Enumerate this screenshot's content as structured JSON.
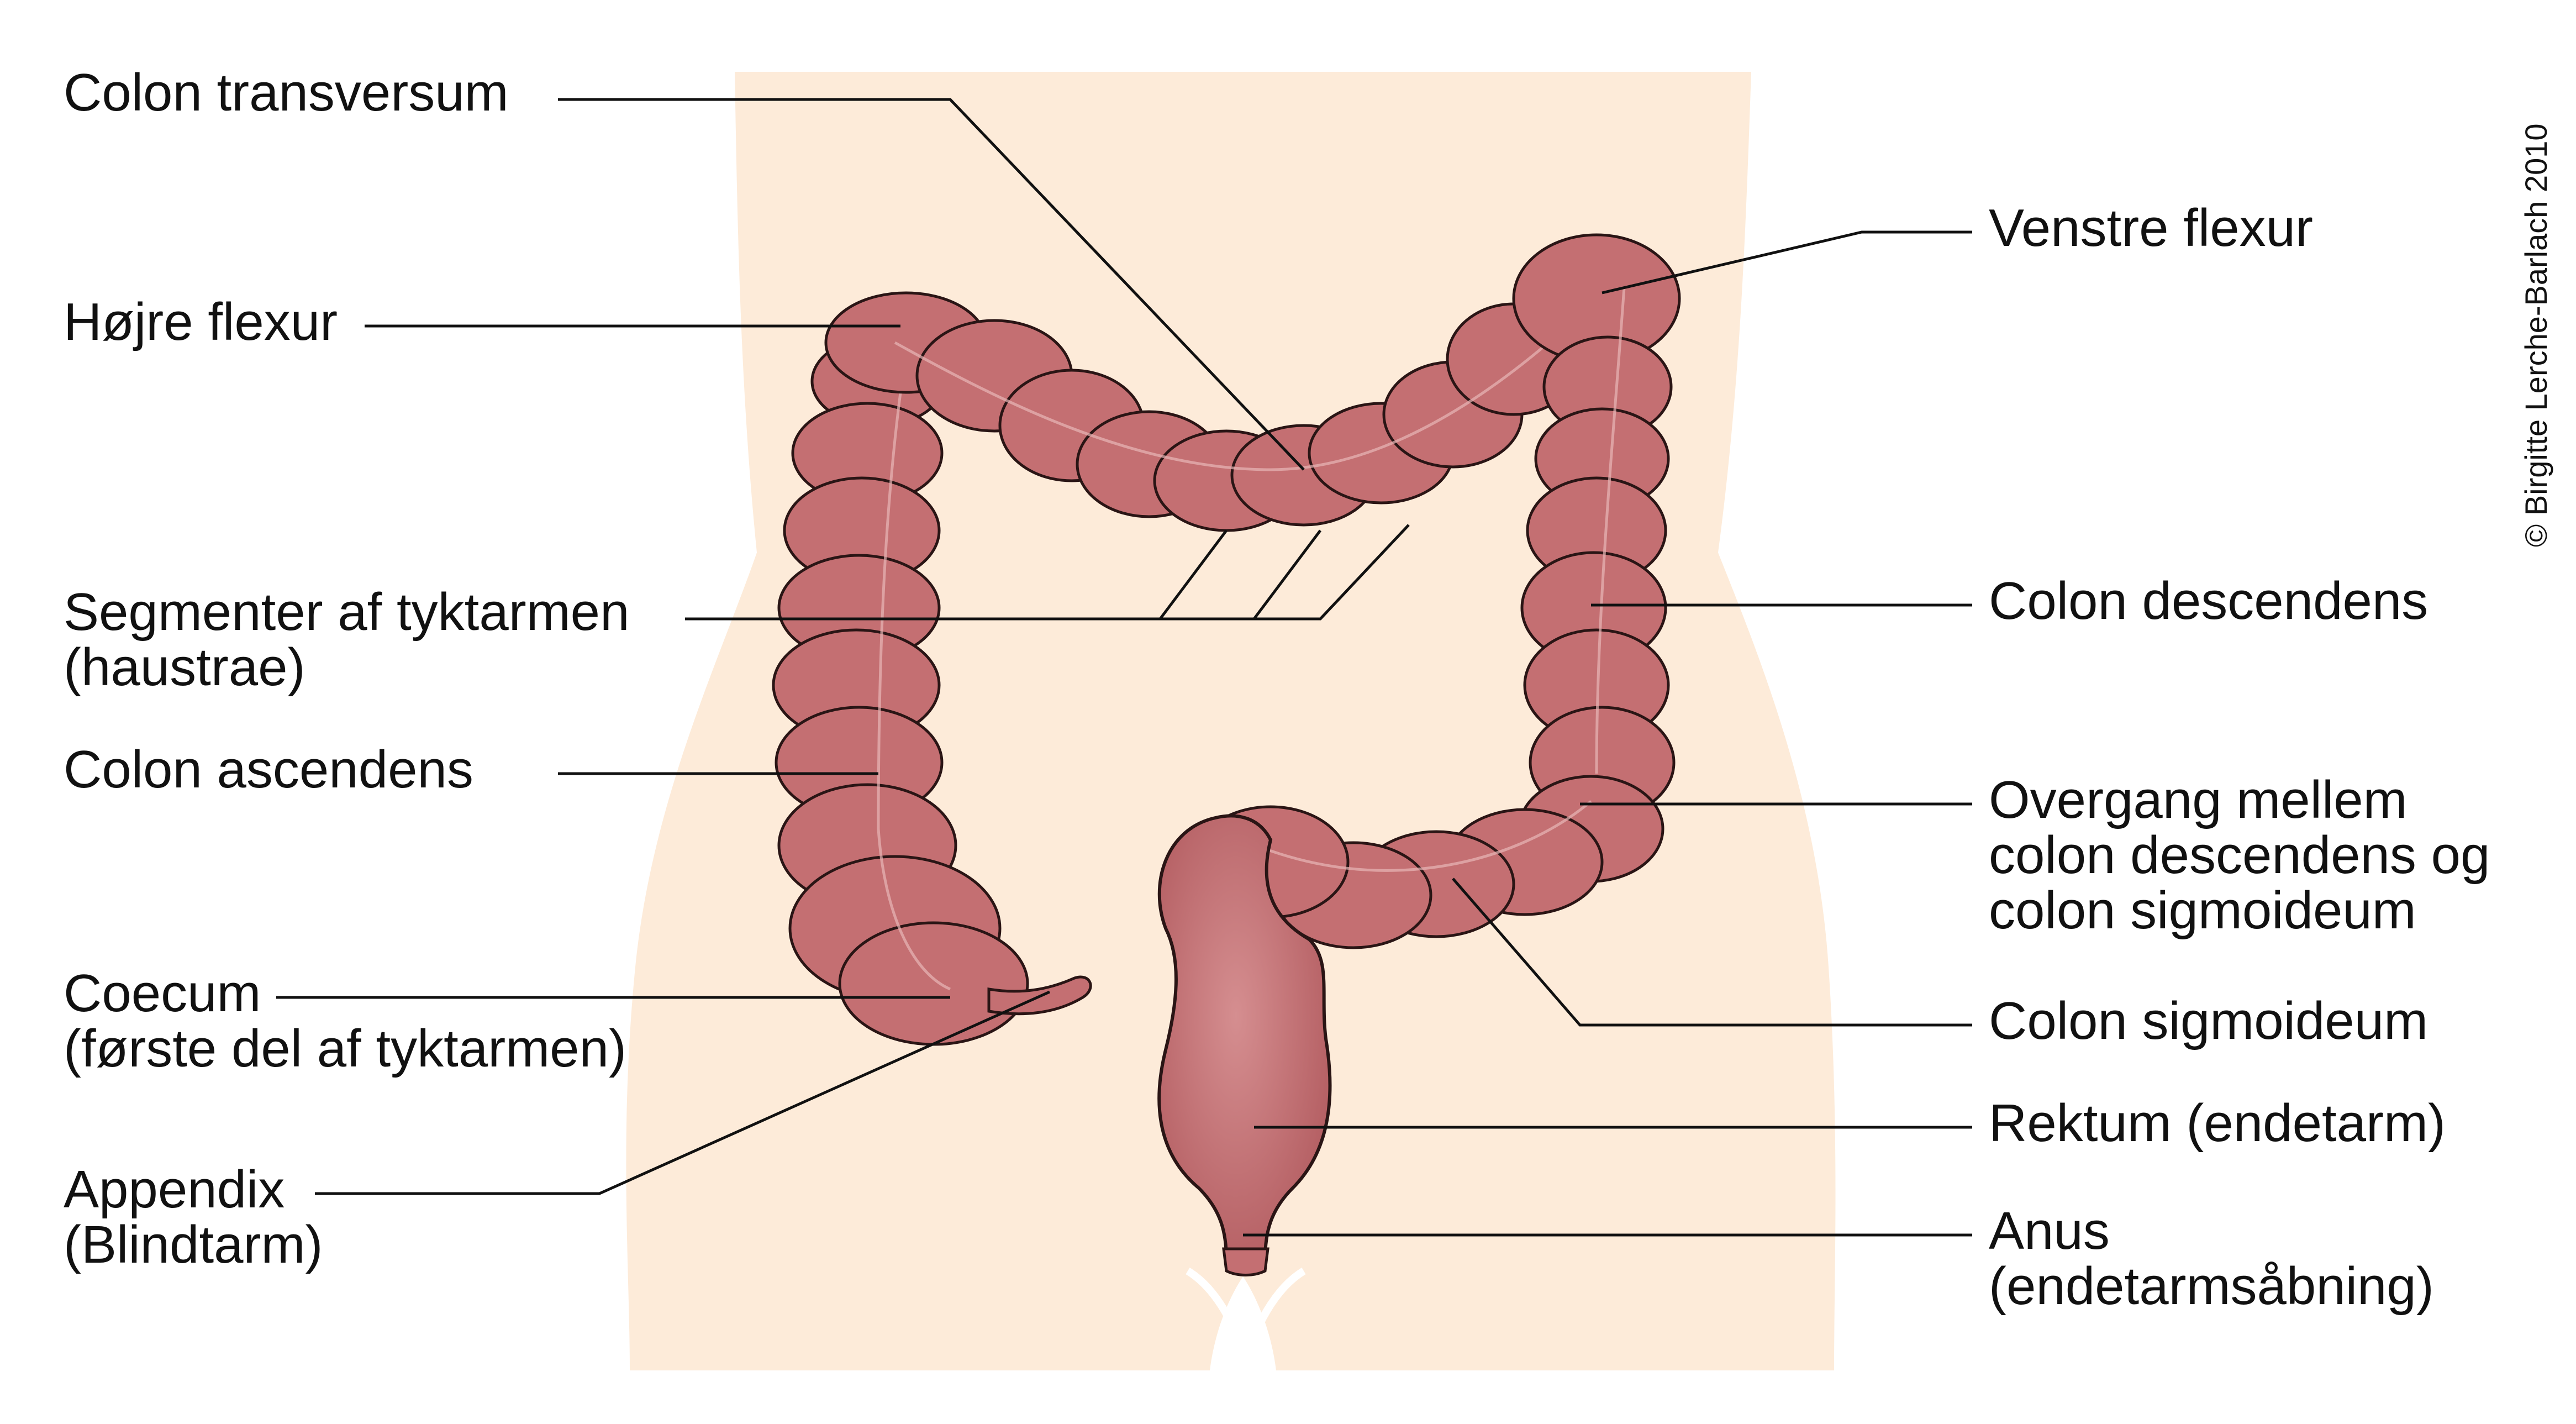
{
  "colors": {
    "skin": "#fdebd9",
    "colon": "#c46f72",
    "colon_dark": "#a85358",
    "outline": "#2a1515",
    "text": "#111111"
  },
  "labels": {
    "colon_transversum": "Colon transversum",
    "hojre_flexur": "Højre flexur",
    "segmenter_1": "Segmenter af tyktarmen",
    "segmenter_2": "(haustrae)",
    "colon_ascendens": "Colon ascendens",
    "coecum_1": "Coecum",
    "coecum_2": "(første del af tyktarmen)",
    "appendix_1": "Appendix",
    "appendix_2": "(Blindtarm)",
    "venstre_flexur": "Venstre flexur",
    "colon_descendens": "Colon descendens",
    "overgang_1": "Overgang mellem",
    "overgang_2": "colon descendens og",
    "overgang_3": "colon sigmoideum",
    "colon_sigmoideum": "Colon sigmoideum",
    "rektum": "Rektum (endetarm)",
    "anus_1": "Anus",
    "anus_2": "(endetarmsåbning)"
  },
  "copyright": "© Birgitte Lerche-Barlach 2010"
}
